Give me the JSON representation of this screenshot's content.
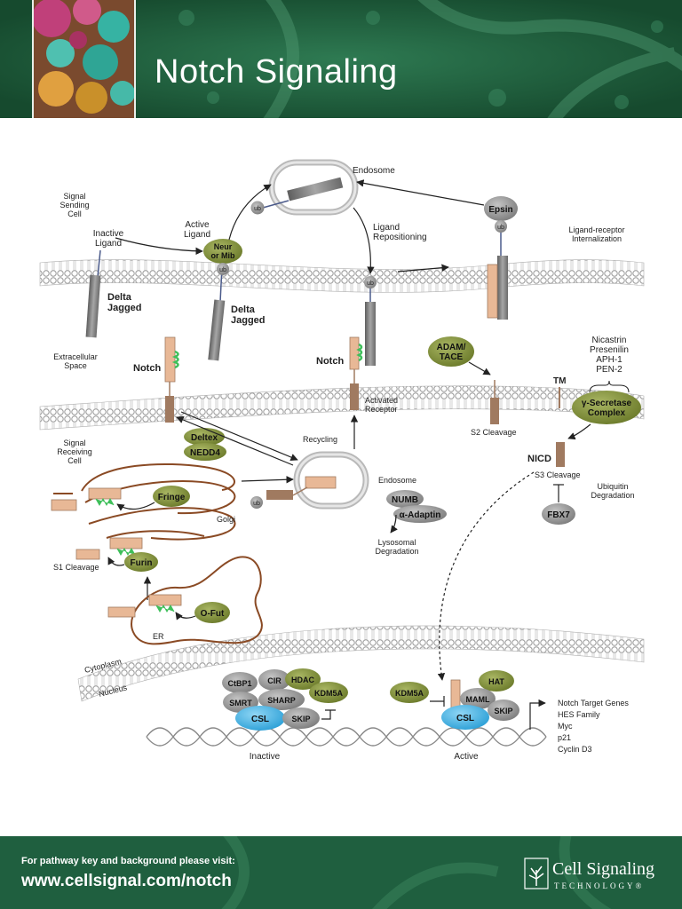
{
  "header": {
    "title": "Notch Signaling"
  },
  "regions": {
    "signal_sending_cell": "Signal\nSending\nCell",
    "extracellular_space": "Extracellular\nSpace",
    "signal_receiving_cell": "Signal\nReceiving\nCell",
    "cytoplasm": "Cytoplasm",
    "nucleus": "Nucleus"
  },
  "labels": {
    "inactive_ligand": "Inactive\nLigand",
    "active_ligand": "Active\nLigand",
    "delta_jagged": "Delta\nJagged",
    "endosome": "Endosome",
    "ligand_repositioning": "Ligand\nRepositioning",
    "ligand_receptor_internalization": "Ligand-receptor\nInternalization",
    "notch": "Notch",
    "activated_receptor": "Activated\nReceptor",
    "recycling": "Recycling",
    "s2_cleavage": "S2 Cleavage",
    "tm": "TM",
    "nicd": "NICD",
    "s3_cleavage": "S3 Cleavage",
    "ubiquitin_degradation": "Ubiquitin\nDegradation",
    "gamma_secretase_components": "Nicastrin\nPresenilin\nAPH-1\nPEN-2",
    "lysosomal_degradation": "Lysosomal\nDegradation",
    "golgi": "Golgi",
    "s1_cleavage": "S1 Cleavage",
    "er": "ER",
    "inactive": "Inactive",
    "active": "Active",
    "ub": "ub"
  },
  "proteins": {
    "neur_mib": "Neur\nor Mib",
    "epsin": "Epsin",
    "adam_tace": "ADAM/\nTACE",
    "gamma_secretase": "γ-Secretase\nComplex",
    "deltex": "Deltex",
    "nedd4": "NEDD4",
    "numb": "NUMB",
    "alpha_adaptin": "α-Adaptin",
    "fbx7": "FBX7",
    "fringe": "Fringe",
    "furin": "Furin",
    "o_fut": "O-Fut",
    "ctbp1": "CtBP1",
    "cir": "CIR",
    "hdac": "HDAC",
    "smrt": "SMRT",
    "sharp": "SHARP",
    "kdm5a": "KDM5A",
    "csl": "CSL",
    "skip": "SKIP",
    "hat": "HAT",
    "maml": "MAML"
  },
  "target_genes": [
    "Notch Target Genes",
    "HES Family",
    "Myc",
    "p21",
    "Cyclin D3"
  ],
  "footer": {
    "note": "For pathway key and background please visit:",
    "url": "www.cellsignal.com/notch",
    "brand_name": "Cell Signaling",
    "brand_sub": "TECHNOLOGY®"
  },
  "colors": {
    "header_bg": "#1e5a3a",
    "olive_protein": "#7f8f3a",
    "gray_protein": "#8c8c8c",
    "csl_blue": "#3aaee0",
    "notch_tan": "#e8b896",
    "notch_brown": "#a07a60",
    "ligand_gray": "#808080",
    "egf_green": "#3fbf5a",
    "golgi_brown": "#8a4a24"
  }
}
